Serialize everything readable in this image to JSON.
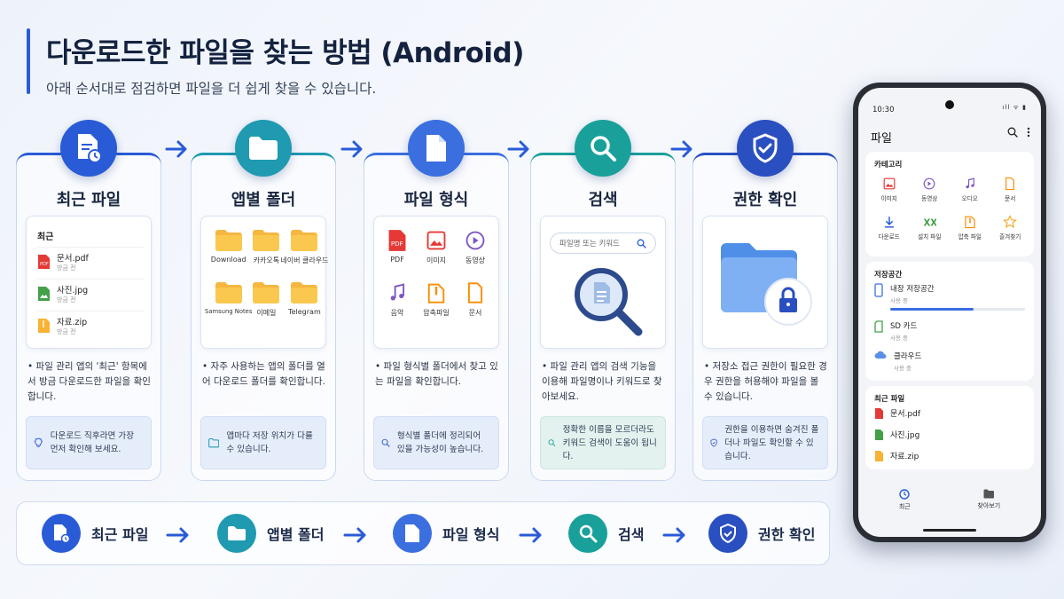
{
  "header": {
    "title": "다운로드한 파일을 찾는 방법 (Android)",
    "subtitle": "아래 순서대로 점검하면 파일을 더 쉽게 찾을 수 있습니다."
  },
  "colors": {
    "step1": "#2a5bd7",
    "step2": "#1f9ab0",
    "step3": "#3b6fe0",
    "step4": "#1aa09a",
    "step5": "#2a4fc0"
  },
  "steps": [
    {
      "icon": "recent-file-icon",
      "title": "최근 파일",
      "desc": "• 파일 관리 앱의 '최근' 항목에서 방금 다운로드한 파일을 확인합니다.",
      "tip": "다운로드 직후라면 가장 먼저 확인해 보세요.",
      "tip_icon": "lightbulb-icon"
    },
    {
      "icon": "folder-icon",
      "title": "앱별 폴더",
      "desc": "• 자주 사용하는 앱의 폴더를 열어 다운로드 폴더를 확인합니다.",
      "tip": "앱마다 저장 위치가 다를 수 있습니다.",
      "tip_icon": "folder-outline-icon"
    },
    {
      "icon": "document-icon",
      "title": "파일 형식",
      "desc": "• 파일 형식별 폴더에서 찾고 있는 파일을 확인합니다.",
      "tip": "형식별 폴더에 정리되어 있을 가능성이 높습니다.",
      "tip_icon": "search-icon"
    },
    {
      "icon": "search-icon",
      "title": "검색",
      "desc": "• 파일 관리 앱의 검색 기능을 이용해 파일명이나 키워드로 찾아보세요.",
      "tip": "정확한 이름을 모르더라도 키워드 검색이 도움이 됩니다.",
      "tip_icon": "search-icon"
    },
    {
      "icon": "shield-check-icon",
      "title": "권한 확인",
      "desc": "• 저장소 접근 권한이 필요한 경우 권한을 허용해야 파일을 볼 수 있습니다.",
      "tip": "권한을 이용하면 숨겨진 폴더나 파일도 확인할 수 있습니다.",
      "tip_icon": "shield-outline-icon"
    }
  ],
  "recent_panel": {
    "heading": "최근",
    "items": [
      {
        "name": "문서.pdf",
        "sub": "방금 전",
        "icon": "pdf-icon"
      },
      {
        "name": "사진.jpg",
        "sub": "방금 전",
        "icon": "image-icon"
      },
      {
        "name": "자료.zip",
        "sub": "방금 전",
        "icon": "zip-icon"
      }
    ]
  },
  "folder_panel": {
    "folders": [
      "Download",
      "카카오톡",
      "네이버 클라우드",
      "Samsung Notes",
      "이메일",
      "Telegram"
    ]
  },
  "type_panel": {
    "types": [
      {
        "label": "PDF",
        "icon": "pdf-icon"
      },
      {
        "label": "이미지",
        "icon": "image-icon"
      },
      {
        "label": "동영상",
        "icon": "video-icon"
      },
      {
        "label": "음악",
        "icon": "music-icon"
      },
      {
        "label": "압축파일",
        "icon": "zip-icon"
      },
      {
        "label": "문서",
        "icon": "doc-icon"
      }
    ]
  },
  "search_panel": {
    "placeholder": "파일명 또는 키워드"
  },
  "flow": [
    "최근 파일",
    "앱별 폴더",
    "파일 형식",
    "검색",
    "권한 확인"
  ],
  "phone": {
    "time": "10:30",
    "status": "ıll ᯤ ▮",
    "app_title": "파일",
    "categories_title": "카테고리",
    "categories": [
      {
        "label": "이미지",
        "icon": "image-icon"
      },
      {
        "label": "동영상",
        "icon": "video-icon"
      },
      {
        "label": "오디오",
        "icon": "music-icon"
      },
      {
        "label": "문서",
        "icon": "doc-icon"
      },
      {
        "label": "다운로드",
        "icon": "download-icon"
      },
      {
        "label": "설치 파일",
        "icon": "apk-icon"
      },
      {
        "label": "압축 파일",
        "icon": "zip-icon"
      },
      {
        "label": "즐겨찾기",
        "icon": "star-icon"
      }
    ],
    "storage_title": "저장공간",
    "storage": [
      {
        "name": "내장 저장공간",
        "sub": "사용 중",
        "used_fraction": 0.62
      },
      {
        "name": "SD 카드",
        "sub": "사용 중"
      },
      {
        "name": "클라우드",
        "sub": "사용 중"
      }
    ],
    "recent_title": "최근 파일",
    "recent": [
      "문서.pdf",
      "사진.jpg",
      "자료.zip"
    ],
    "nav": [
      {
        "label": "최근",
        "icon": "clock-icon"
      },
      {
        "label": "찾아보기",
        "icon": "folder-icon"
      }
    ]
  }
}
